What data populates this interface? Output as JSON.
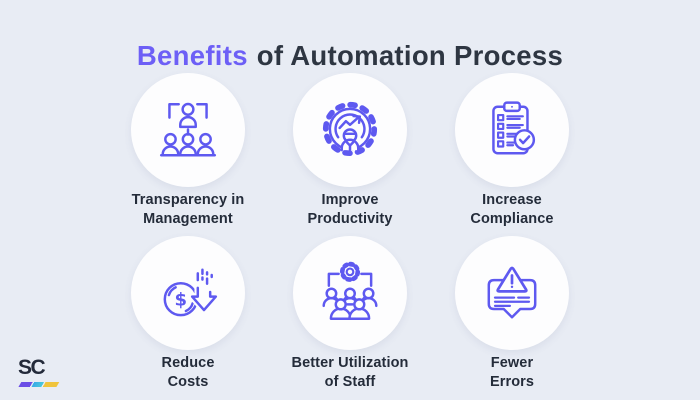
{
  "colors": {
    "background": "#E8ECF4",
    "accent": "#6D5FF6",
    "icon_stroke": "#5E59F0",
    "title_dark": "#2E3642",
    "label_text": "#242C3A",
    "circle_fill": "#FDFDFE",
    "logo_text": "#232A3A"
  },
  "header": {
    "title_highlight": "Benefits",
    "title_rest": "of Automation Process"
  },
  "benefits": [
    {
      "icon": "org-chart-icon",
      "label_line1": "Transparency in",
      "label_line2": "Management"
    },
    {
      "icon": "gear-growth-icon",
      "label_line1": "Improve",
      "label_line2": "Productivity"
    },
    {
      "icon": "checklist-clipboard-icon",
      "label_line1": "Increase",
      "label_line2": "Compliance"
    },
    {
      "icon": "cost-reduction-icon",
      "label_line1": "Reduce",
      "label_line2": "Costs"
    },
    {
      "icon": "team-gear-icon",
      "label_line1": "Better Utilization",
      "label_line2": "of Staff"
    },
    {
      "icon": "error-alert-icon",
      "label_line1": "Fewer",
      "label_line2": "Errors"
    }
  ],
  "icons": {
    "dollar_glyph": "$"
  },
  "logo": {
    "text": "SC"
  }
}
